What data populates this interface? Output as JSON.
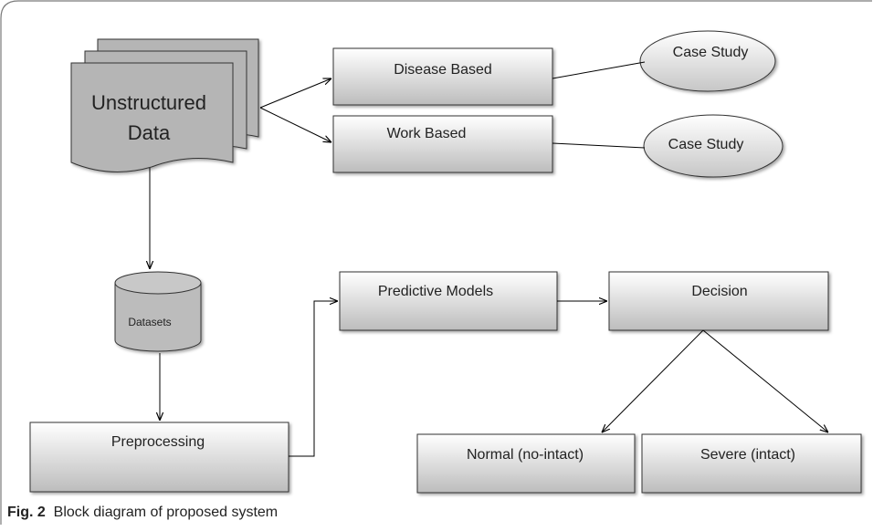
{
  "diagram": {
    "nodes": {
      "unstructured_data_line1": "Unstructured",
      "unstructured_data_line2": "Data",
      "disease_based": "Disease Based",
      "work_based": "Work Based",
      "case_study_1": "Case Study",
      "case_study_2": "Case Study",
      "datasets": "Datasets",
      "preprocessing": "Preprocessing",
      "predictive_models": "Predictive Models",
      "decision": "Decision",
      "normal": "Normal (no-intact)",
      "severe": "Severe (intact)"
    },
    "colors": {
      "box_top": "#ffffff",
      "box_bottom": "#bdbdbd",
      "doc_fill": "#b5b5b5",
      "cylinder_fill": "#bcbcbc",
      "line": "#000000",
      "frame": "#7a7a7a"
    }
  },
  "caption": {
    "label": "Fig. 2",
    "text": "Block diagram of proposed system"
  }
}
